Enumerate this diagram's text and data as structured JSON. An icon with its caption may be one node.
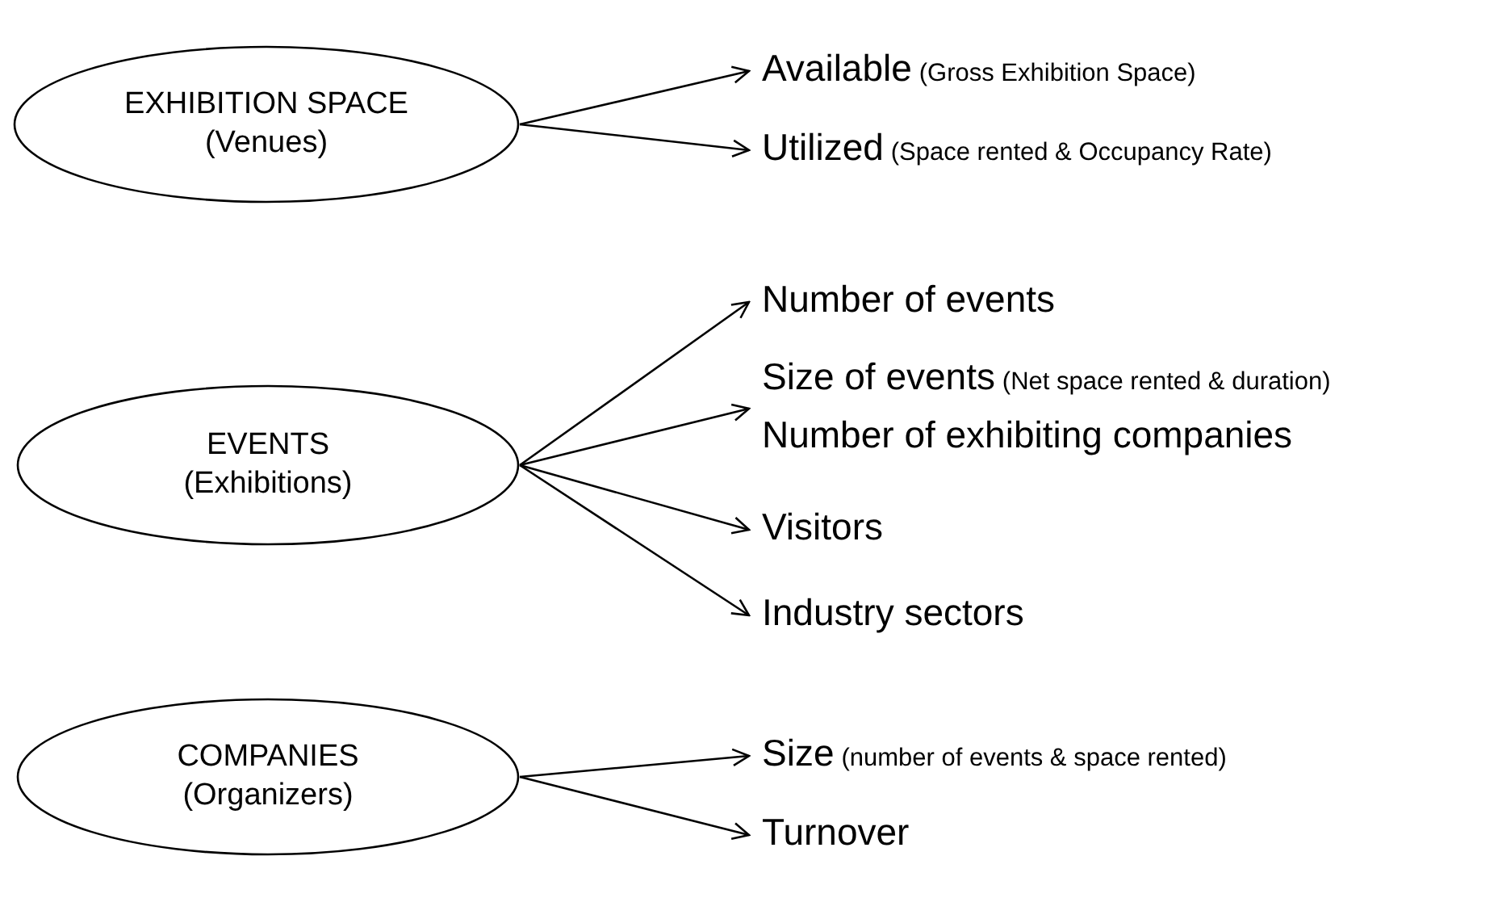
{
  "diagram": {
    "nodes": [
      {
        "text": [
          "EXHIBITION SPACE",
          "(Venues)"
        ]
      },
      {
        "text": [
          "Available",
          "(Gross Exhibition Space)"
        ]
      },
      {
        "text": [
          "Utilized",
          "(Space rented & Occupancy Rate)"
        ]
      },
      {
        "text": [
          "EVENTS",
          "(Exhibitions)"
        ]
      },
      {
        "text": [
          "Number of events"
        ]
      },
      {
        "text": [
          "Size of events",
          "(Net space rented & duration)",
          "Number of exhibiting companies"
        ]
      },
      {
        "text": [
          "Visitors"
        ]
      },
      {
        "text": [
          "Industry sectors"
        ]
      },
      {
        "text": [
          "COMPANIES",
          "(Organizers)"
        ]
      },
      {
        "text": [
          "Size",
          "(number of events & space rented)"
        ]
      },
      {
        "text": [
          "Turnover"
        ]
      }
    ],
    "edges": [
      {
        "from": 0,
        "to": 1,
        "arrow": "to"
      },
      {
        "from": 0,
        "to": 2,
        "arrow": "to"
      },
      {
        "from": 3,
        "to": 4,
        "arrow": "to"
      },
      {
        "from": 3,
        "to": 5,
        "arrow": "to"
      },
      {
        "from": 3,
        "to": 6,
        "arrow": "to"
      },
      {
        "from": 3,
        "to": 7,
        "arrow": "to"
      },
      {
        "from": 8,
        "to": 9,
        "arrow": "to"
      },
      {
        "from": 8,
        "to": 10,
        "arrow": "to"
      }
    ]
  }
}
